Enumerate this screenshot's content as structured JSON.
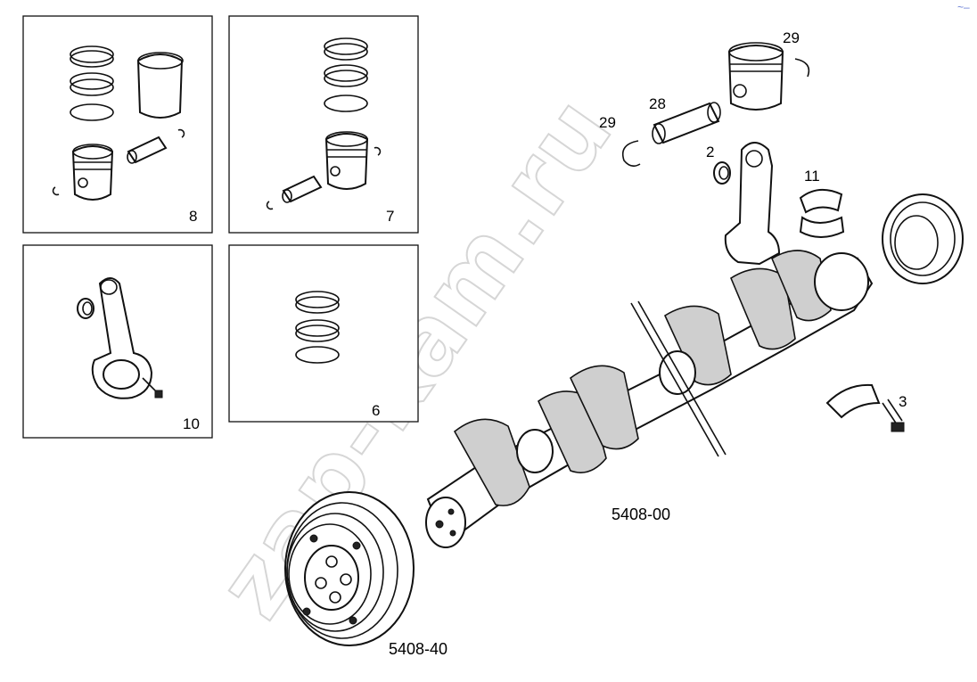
{
  "watermark": "zap-kam.ru",
  "corner_mark": "~–",
  "boxes": [
    {
      "id": "box-8",
      "label": "8"
    },
    {
      "id": "box-7",
      "label": "7"
    },
    {
      "id": "box-10",
      "label": "10"
    },
    {
      "id": "box-6",
      "label": "6"
    }
  ],
  "callouts": {
    "piston_top": "29",
    "pin": "28",
    "clip_left": "29",
    "bushing": "2",
    "bearing_upper": "11",
    "bolt": "3"
  },
  "assembly_labels": {
    "crankshaft": "5408-00",
    "pulley": "5408-40"
  }
}
